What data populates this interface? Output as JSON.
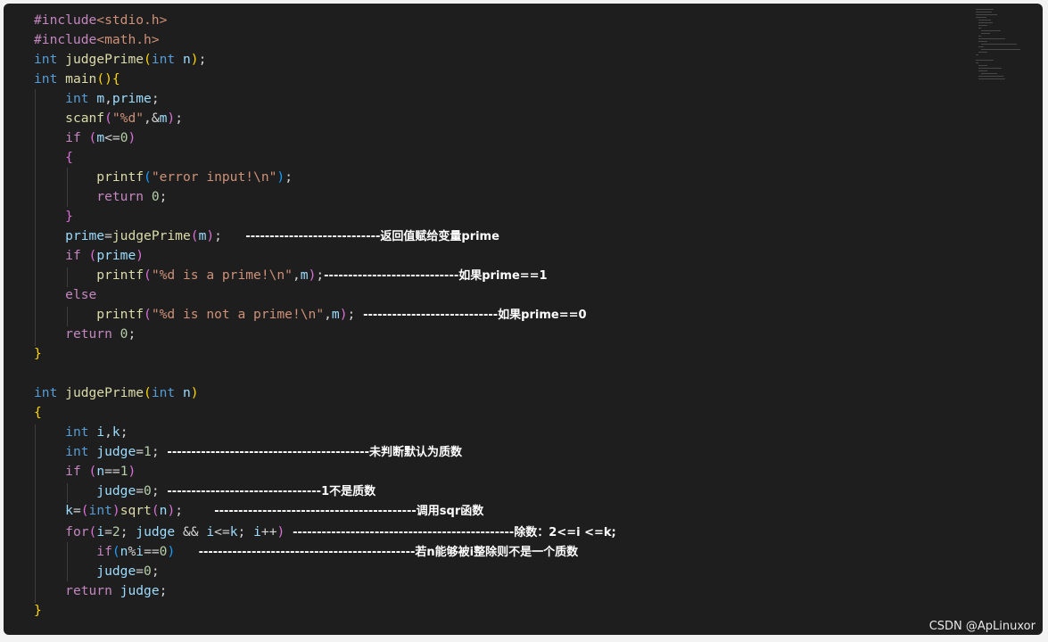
{
  "code": {
    "l1_pp": "#include",
    "l1_hdr": "<stdio.h>",
    "l2_pp": "#include",
    "l2_hdr": "<math.h>",
    "kw_int": "int",
    "fn_judgePrime": "judgePrime",
    "fn_main": "main",
    "id_n": "n",
    "id_m": "m",
    "id_prime": "prime",
    "fn_scanf": "scanf",
    "str_scanf": "\"%d\"",
    "kw_if": "if",
    "fn_printf": "printf",
    "str_error": "\"error input!\\n\"",
    "kw_return": "return",
    "num_0": "0",
    "num_1": "1",
    "num_2": "2",
    "str_is_prime": "\"%d is a prime!\\n\"",
    "kw_else": "else",
    "str_not_prime": "\"%d is not a prime!\\n\"",
    "id_i": "i",
    "id_k": "k",
    "id_judge": "judge",
    "fn_sqrt": "sqrt",
    "kw_for": "for"
  },
  "notes": {
    "n1": "----------------------------返回值赋给变量prime",
    "n2": "----------------------------如果prime==1",
    "n3": "----------------------------如果prime==0",
    "n4": "------------------------------------------未判断默认为质数",
    "n5": "--------------------------------1不是质数",
    "n6": "------------------------------------------调用sqr函数",
    "n7": "----------------------------------------------除数：2<=i <=k;",
    "n8": "---------------------------------------------若n能够被i整除则不是一个质数"
  },
  "watermark": "CSDN @ApLinuxor"
}
